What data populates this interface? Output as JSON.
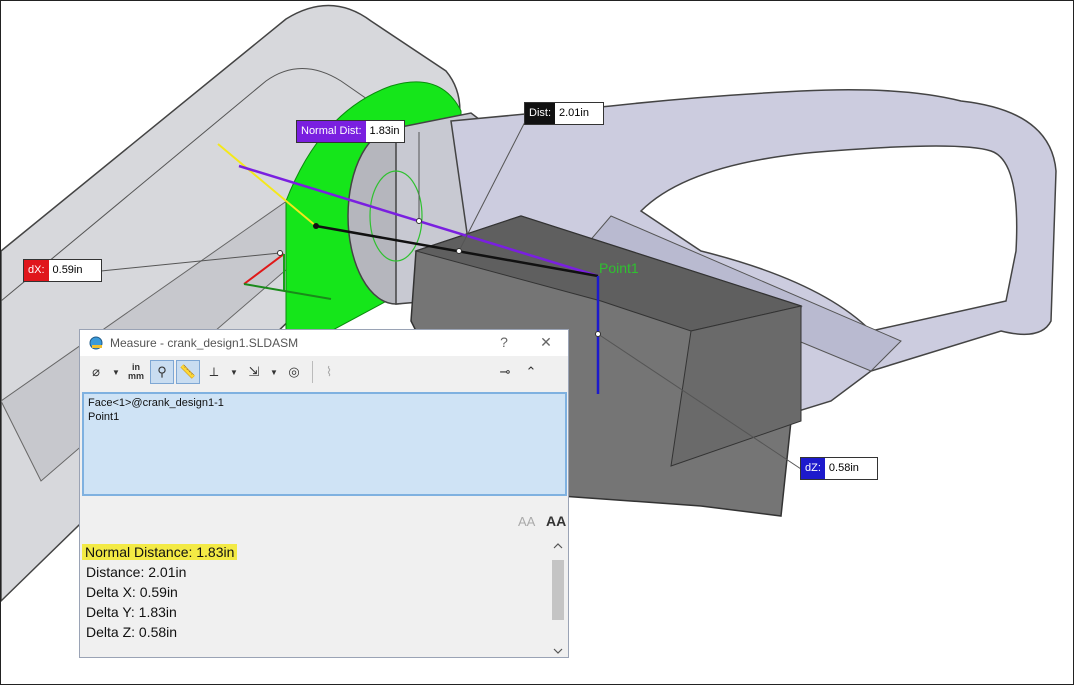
{
  "callouts": {
    "normal_dist": {
      "tag": "Normal Dist:",
      "value": "1.83in",
      "color": "#7a1fe0"
    },
    "dist": {
      "tag": "Dist:",
      "value": "2.01in",
      "color": "#111111"
    },
    "dx": {
      "tag": "dX:",
      "value": "0.59in",
      "color": "#e0161c"
    },
    "dz": {
      "tag": "dZ:",
      "value": "0.58in",
      "color": "#1d1acc"
    }
  },
  "point_label": "Point1",
  "measure": {
    "title": "Measure - crank_design1.SLDASM",
    "help": "?",
    "close": "✕",
    "toolbar": {
      "units_top": "in",
      "units_bottom": "mm"
    },
    "selections": [
      "Face<1>@crank_design1-1",
      "Point1"
    ],
    "results": {
      "normal_distance": "Normal Distance: 1.83in",
      "distance": "Distance: 2.01in",
      "delta_x": "Delta X: 0.59in",
      "delta_y": "Delta Y: 1.83in",
      "delta_z": "Delta Z: 0.58in"
    }
  }
}
